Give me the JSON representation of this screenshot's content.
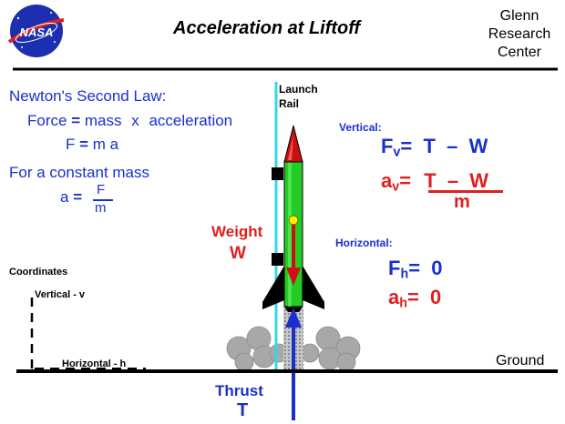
{
  "header": {
    "logo_text": "NASA",
    "title": "Acceleration at Liftoff",
    "center_line1": "Glenn",
    "center_line2": "Research",
    "center_line3": "Center"
  },
  "newton": {
    "heading": "Newton's Second Law:",
    "force_word": "Force",
    "eq1": "=",
    "mass_word": "mass",
    "times": "x",
    "accel_word": "acceleration",
    "f": "F",
    "eq2": "=",
    "ma": "m a",
    "constant_mass": "For a constant mass",
    "a": "a",
    "eq3": "=",
    "frac_num": "F",
    "frac_den": "m"
  },
  "coordinates": {
    "heading": "Coordinates",
    "vertical": "Vertical - v",
    "horizontal": "Horizontal - h"
  },
  "labels": {
    "launch_rail_1": "Launch",
    "launch_rail_2": "Rail",
    "weight": "Weight",
    "weight_symbol": "W",
    "thrust": "Thrust",
    "thrust_symbol": "T",
    "ground": "Ground"
  },
  "vertical": {
    "label": "Vertical:",
    "fv_base": "F",
    "fv_sub": "v",
    "fv_rhs": "=  T  –  W",
    "av_base": "a",
    "av_sub": "v",
    "av_eq": "=",
    "av_num": "T  –  W",
    "av_den": "m"
  },
  "horizontal": {
    "label": "Horizontal:",
    "fh_base": "F",
    "fh_sub": "h",
    "fh_rhs": "=  0",
    "ah_base": "a",
    "ah_sub": "h",
    "ah_rhs": "=  0"
  },
  "colors": {
    "blue_text": "#1a2fd0",
    "red_text": "#e02020",
    "rocket_body": "#22cc22",
    "rail": "#30d8e8",
    "exhaust": "#a8a8a8"
  }
}
